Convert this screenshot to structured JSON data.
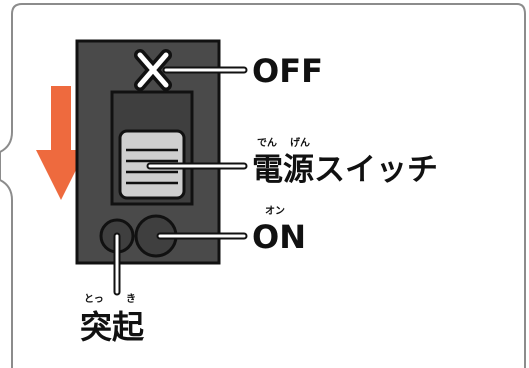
{
  "colors": {
    "background": "#ffffff",
    "frame": "#8c8c8c",
    "panel": "#4a4a4a",
    "panel_border": "#111111",
    "arrow": "#ee6a3e",
    "switch_light": "#cfcfcf",
    "leader": "#ffffff"
  },
  "icons": {
    "off_mark": "x-icon",
    "direction": "arrow-down-icon",
    "indicator": "circle-icon"
  },
  "labels": {
    "off": {
      "text": "OFF"
    },
    "switch": {
      "text": "電源スイッチ",
      "ruby_1": "でん",
      "ruby_2": "げん"
    },
    "on": {
      "text": "ON",
      "ruby": "オン"
    },
    "protrusion": {
      "text": "突起",
      "ruby_1": "とっ",
      "ruby_2": "き"
    }
  }
}
